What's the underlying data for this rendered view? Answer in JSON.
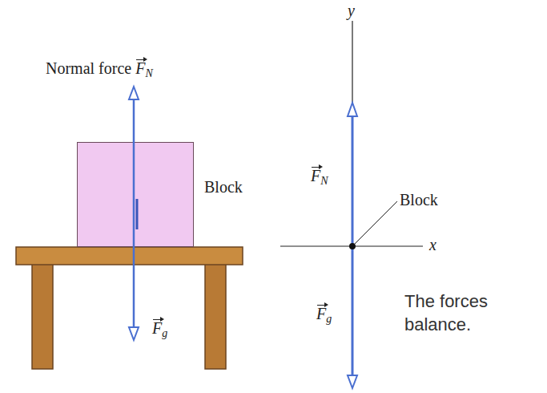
{
  "diagram": {
    "nodes": [
      {
        "text": [
          "Block"
        ]
      }
    ],
    "labels": [
      "Normal force FN",
      "Fg",
      "y",
      "FN",
      "x",
      "Block",
      "Fg",
      "The forces balance."
    ]
  }
}
